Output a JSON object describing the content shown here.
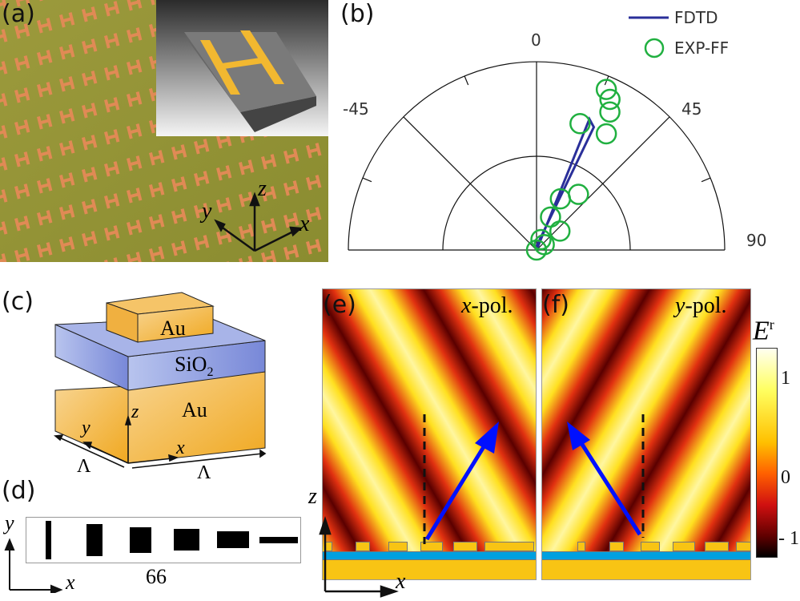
{
  "panels": {
    "a": {
      "label": "(a)",
      "axes": {
        "x": "x",
        "y": "y",
        "z": "z"
      }
    },
    "b": {
      "label": "(b)"
    },
    "c": {
      "label": "(c)",
      "top_layer": "Au",
      "spacer": "SiO",
      "spacer_sub": "2",
      "substrate": "Au",
      "axes": {
        "x": "x",
        "y": "y",
        "z": "z"
      },
      "period_x": "Λ",
      "period_y": "Λ"
    },
    "d": {
      "label": "(d)",
      "caption": "66",
      "axes": {
        "x": "x",
        "y": "y"
      }
    },
    "e": {
      "label": "(e)",
      "pol": "-pol.",
      "pol_var": "x",
      "axes": {
        "x": "x",
        "z": "z"
      }
    },
    "f": {
      "label": "(f)",
      "pol": "-pol.",
      "pol_var": "y"
    },
    "colorbar": {
      "label": "E",
      "label_sup": "r",
      "ticks": [
        "1",
        "0",
        "- 1"
      ],
      "colors": [
        "#fffff0",
        "#ffff60",
        "#ffc000",
        "#ff6000",
        "#d01010",
        "#600000",
        "#000000"
      ]
    }
  },
  "colors": {
    "fdtd": "#2a2f9a",
    "exp": "#20b040",
    "arrow": "#0010ff",
    "au": "#f8c414",
    "sio2": "#00a0e0"
  },
  "chart_data": {
    "type": "polar",
    "angular_ticks": [
      "0",
      "-45",
      "45",
      "90"
    ],
    "angular_range": [
      -90,
      90
    ],
    "radial_rings": 2,
    "legend": "top-right",
    "series": [
      {
        "name": "FDTD",
        "style": "line",
        "points": [
          [
            0,
            0
          ],
          [
            22,
            0.75
          ],
          [
            25,
            0.72
          ],
          [
            0,
            0.02
          ]
        ]
      },
      {
        "name": "EXP-FF",
        "style": "open-circle",
        "points": [
          [
            23.5,
            0.93
          ],
          [
            26,
            0.89
          ],
          [
            28,
            0.83
          ],
          [
            19,
            0.71
          ],
          [
            31,
            0.72
          ],
          [
            25,
            0.3
          ],
          [
            37,
            0.37
          ],
          [
            23,
            0.19
          ],
          [
            51,
            0.16
          ],
          [
            23,
            0.06
          ],
          [
            55,
            0.05
          ],
          [
            0,
            0.0
          ]
        ]
      }
    ]
  }
}
